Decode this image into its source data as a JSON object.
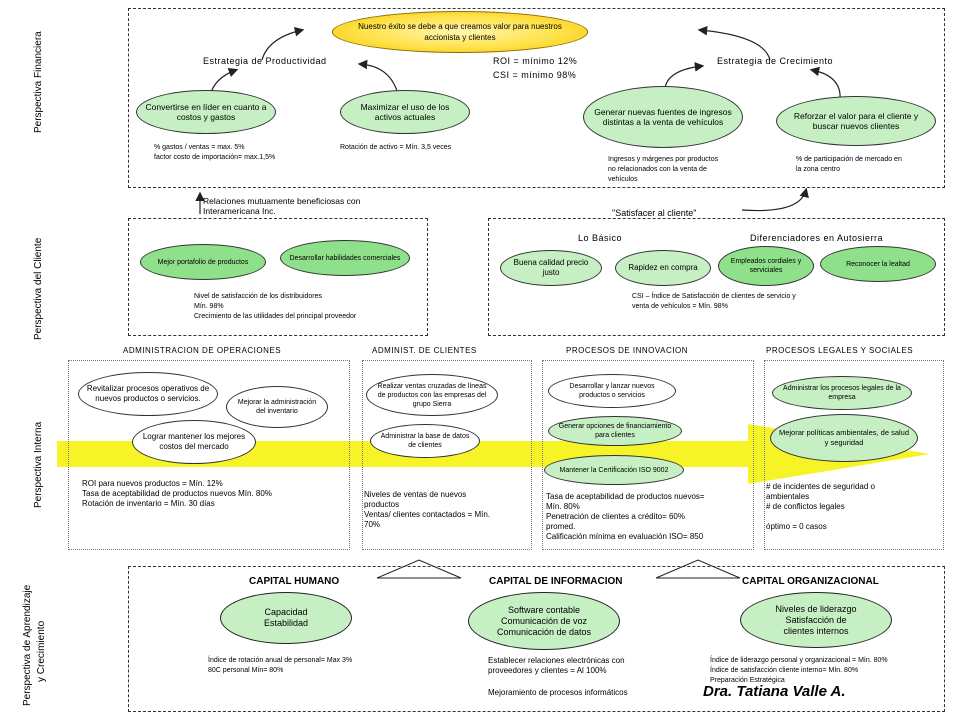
{
  "side_labels": {
    "financiera": "Perspectiva Financiera",
    "cliente": "Perspectiva del Cliente",
    "interna": "Perspectiva Interna",
    "aprendizaje_1": "Perspectiva de Aprendizaje",
    "aprendizaje_2": "y Crecimiento"
  },
  "financiera": {
    "goal": "Nuestro éxito se debe a que creamos valor para nuestros accionista y clientes",
    "estrategia_productividad": "Estrategia de Productividad",
    "estrategia_crecimiento": "Estrategia de Crecimiento",
    "roi": "ROI = mínimo 12%",
    "csi": "CSI = mínimo 98%",
    "lider_costos": "Convertirse en líder en cuanto a costos y gastos",
    "maximizar_activos": "Maximizar el uso de los activos actuales",
    "nuevas_fuentes": "Generar nuevas fuentes de ingresos distintas a la venta de vehículos",
    "reforzar_valor": "Reforzar el valor para el cliente y buscar nuevos clientes",
    "metric_gastos": "% gastos / ventas = max. 5%\nfactor costo de importación= max.1,5%",
    "metric_rotacion": "Rotación de activo = Mín. 3,5 veces",
    "metric_ingresos": "Ingresos y márgenes por productos\nno relacionados con la venta de\nvehículos",
    "metric_mercado": "% de participación de mercado en\nla zona centro"
  },
  "cliente": {
    "relaciones": "Relaciones mutuamente beneficiosas con\nInteramericana Inc.",
    "satisfacer": "\"Satisfacer al cliente\"",
    "portafolio": "Mejor portafolio de productos",
    "habilidades": "Desarrollar habilidades comerciales",
    "metric_distribuidores": "Nivel de satisfacción de los distribuidores\nMín. 98%\nCrecimiento de las utilidades del principal proveedor",
    "lo_basico": "Lo Básico",
    "diferenciadores": "Diferenciadores en Autosierra",
    "calidad": "Buena calidad precio justo",
    "rapidez": "Rapidez en compra",
    "empleados": "Empleados cordiales y serviciales",
    "lealtad": "Reconocer la lealtad",
    "metric_csi": "CSI – Índice de Satisfacción de clientes de servicio y\nventa de vehículos = Mín. 98%"
  },
  "interna": {
    "h_operaciones": "ADMINISTRACION DE OPERACIONES",
    "h_clientes": "ADMINIST. DE CLIENTES",
    "h_innovacion": "PROCESOS DE INNOVACION",
    "h_legales": "PROCESOS LEGALES Y SOCIALES",
    "revitalizar": "Revitalizar procesos operativos de nuevos productos o servicios.",
    "mejorar_inventario": "Mejorar la administración del inventario",
    "mantener_costos": "Lograr mantener los mejores costos del mercado",
    "ventas_cruzadas": "Realizar ventas cruzadas de líneas de productos con las empresas del grupo Sierra",
    "base_datos": "Administrar la base de datos de clientes",
    "lanzar": "Desarrollar y lanzar nuevos productos o servicios",
    "financiamiento": "Generar opciones de financiamiento para clientes",
    "iso": "Mantener la Certificación ISO 9002",
    "procesos_legales": "Administrar los procesos legales de la empresa",
    "politicas": "Mejorar políticas ambientales, de salud y seguridad",
    "metric_operaciones": "ROI para nuevos productos = Mín. 12%\nTasa de aceptabilidad de productos nuevos Mín. 80%\n Rotación de inventario = Mín. 30 días",
    "metric_clientes": "Niveles de ventas de nuevos\nproductos\nVentas/ clientes contactados = Mín.\n70%",
    "metric_innovacion": "Tasa de aceptabilidad de productos nuevos=\nMín. 80%\nPenetración de clientes a crédito= 60%\npromed.\nCalificación mínima en evaluación ISO= 850",
    "metric_legales": "   # de incidentes de seguridad o\nambientales\n  # de conflictos legales\n\nóptimo = 0 casos"
  },
  "aprendizaje": {
    "capital_humano": "CAPITAL HUMANO",
    "capital_informacion": "CAPITAL DE INFORMACION",
    "capital_organizacional": "CAPITAL ORGANIZACIONAL",
    "capacidad": "Capacidad\nEstabilidad",
    "software": "Software contable\nComunicación de voz\nComunicación de datos",
    "liderazgo": "Niveles de liderazgo\nSatisfacción de\nclientes internos",
    "metric_humano": "Índice de rotación anual de personal= Max 3%\n80C personal   Mín= 80%",
    "metric_informacion": "Establecer relaciones electrónicas con\nproveedores y clientes = Al 100%",
    "mejoramiento": "Mejoramiento de procesos informáticos",
    "metric_organizacional": "Índice de liderazgo personal y organizacional = Mín. 80%\nÍndice de satisfacción cliente interno= Mín. 80%\nPreparación Estratégica"
  },
  "author": "Dra. Tatiana Valle A.",
  "colors": {
    "ellipse_green": "#c6efc4",
    "ellipse_green_dark": "#8fe08a",
    "goal_gold": "#ffe24a",
    "process_arrow": "#f4f200"
  }
}
